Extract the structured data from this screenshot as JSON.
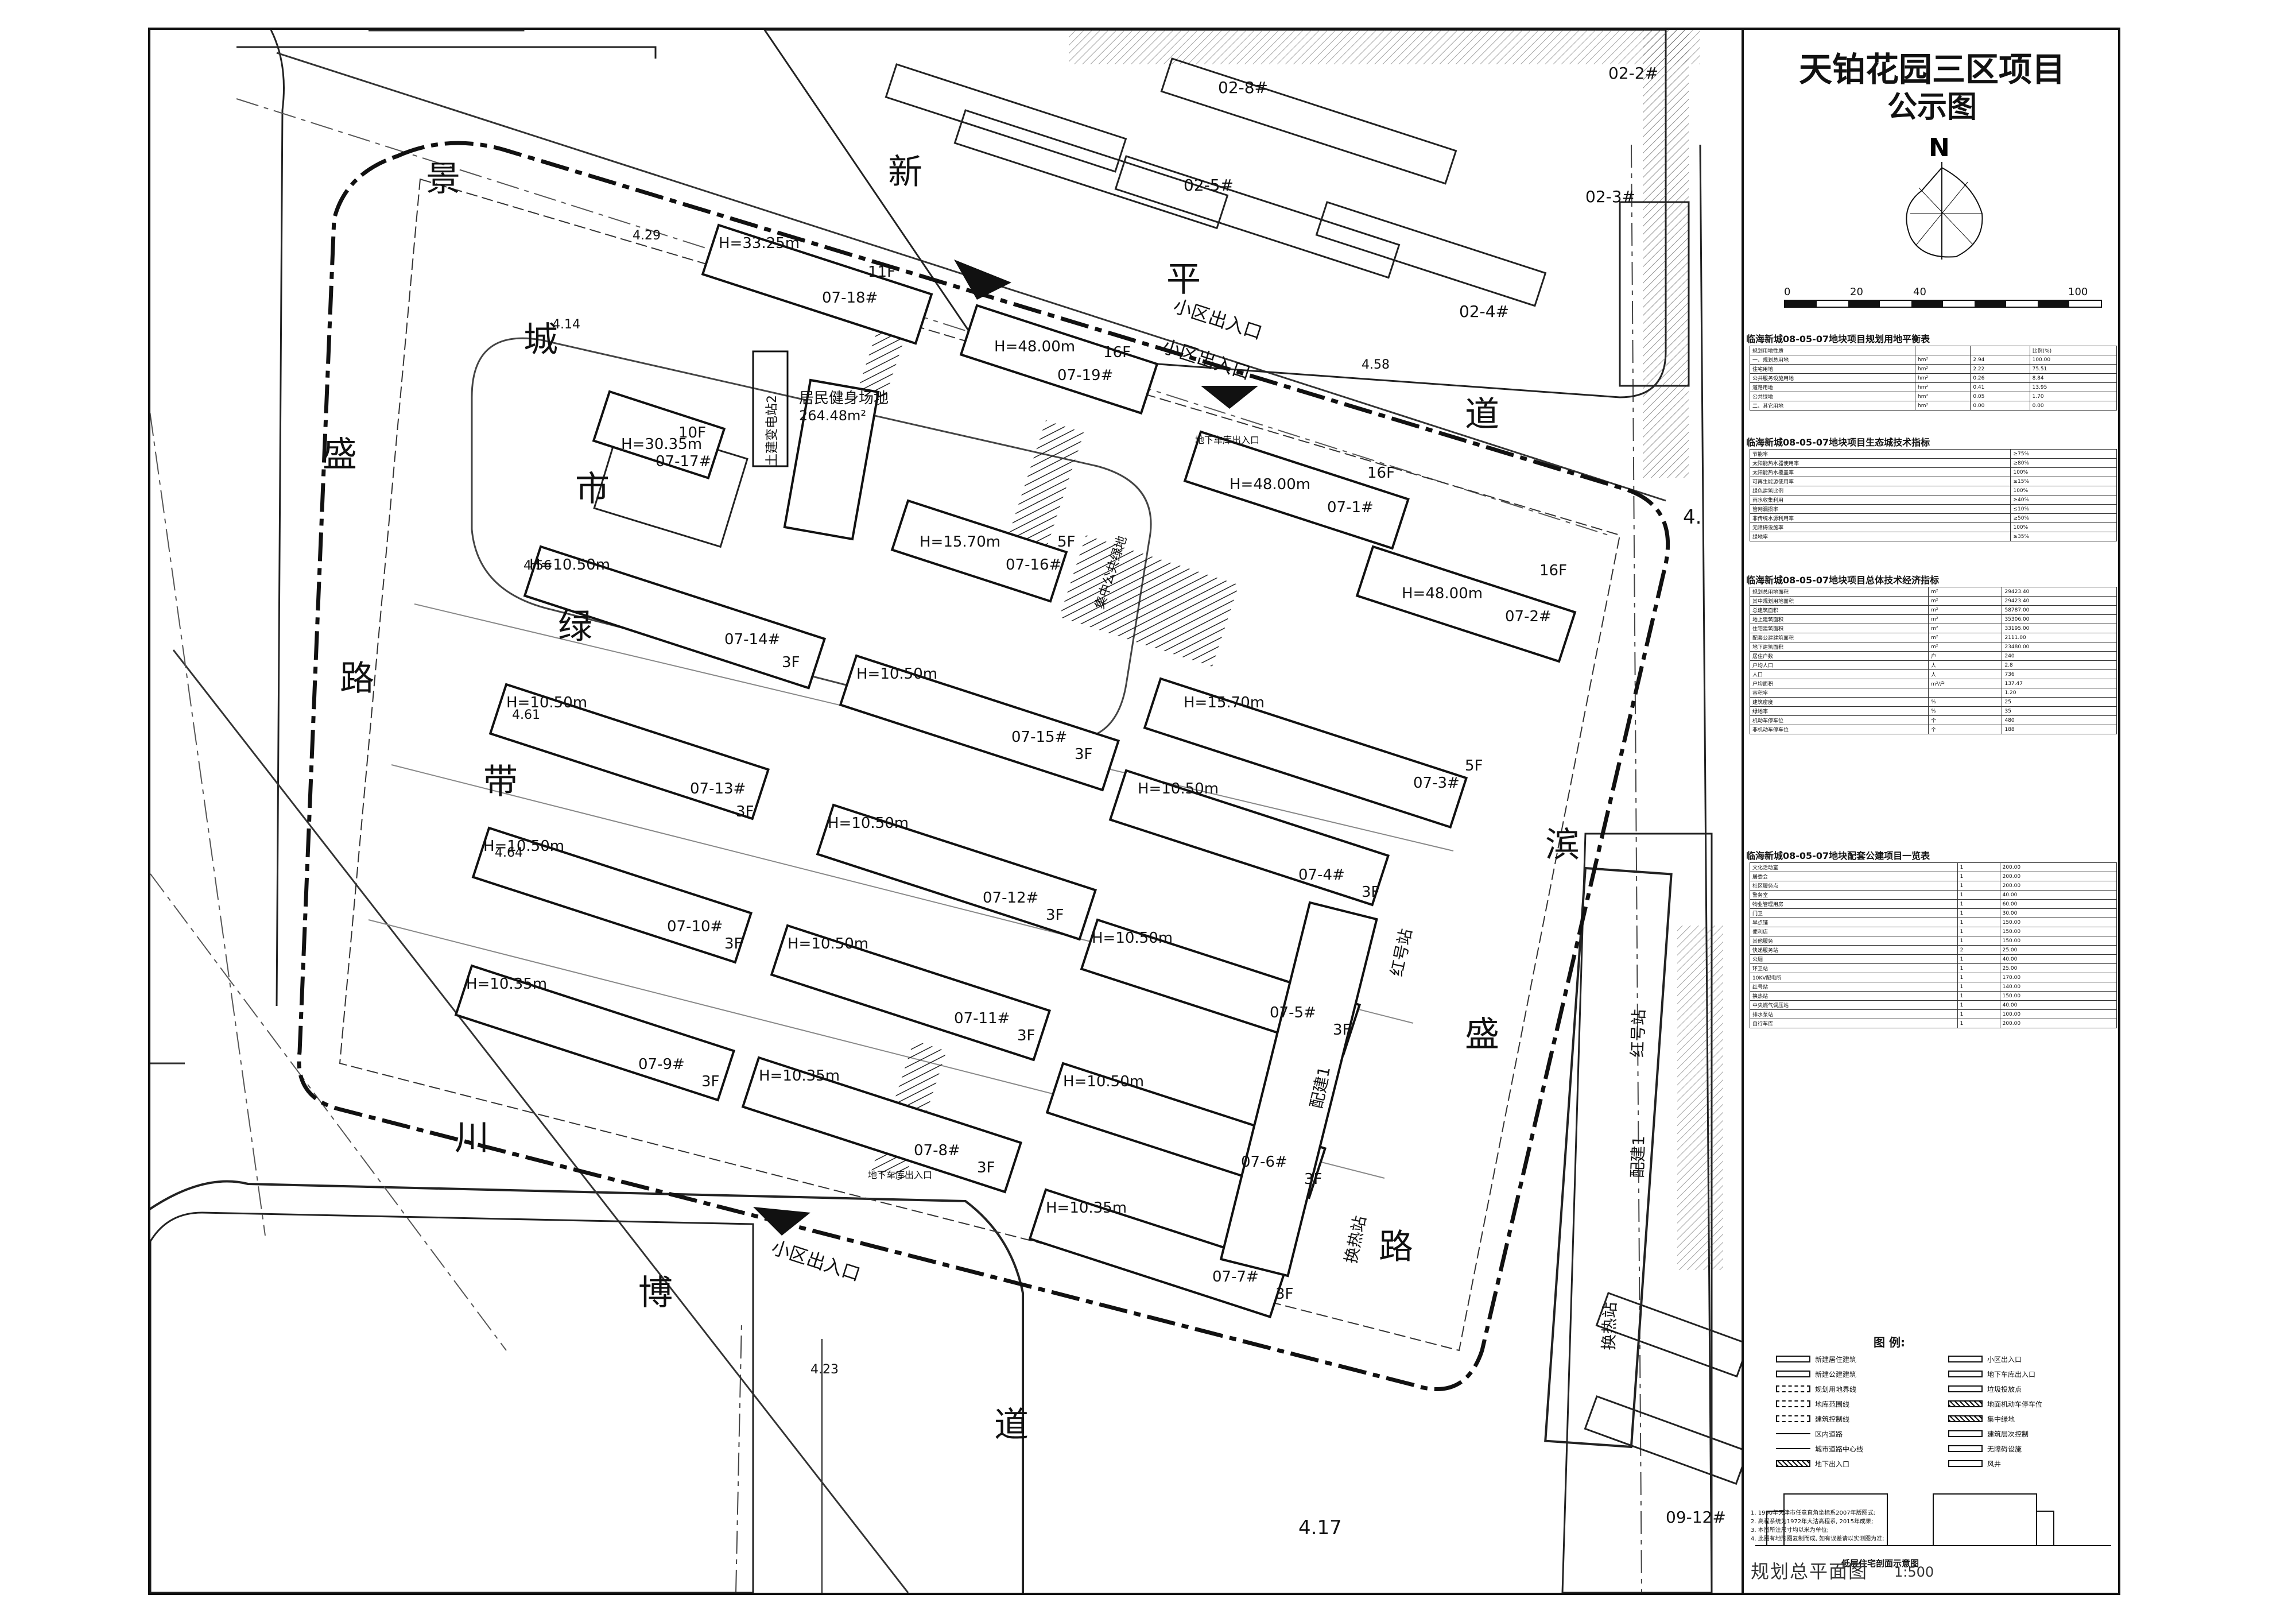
{
  "title": {
    "line1": "天铂花园三区项目",
    "line2": "公示图"
  },
  "north": "N",
  "scale_bar": {
    "ticks": [
      "0",
      "20",
      "40",
      "100"
    ]
  },
  "roads": {
    "north": [
      "新",
      "平",
      "道"
    ],
    "west": [
      "景",
      "城",
      "盛",
      "市",
      "绿",
      "路",
      "带"
    ],
    "south": [
      "川",
      "博",
      "道"
    ],
    "east": [
      "滨",
      "盛",
      "路"
    ]
  },
  "elevations": [
    "4.29",
    "4.14",
    "4.58",
    "4.56",
    "4.61",
    "4.64",
    "4.23",
    "4.17",
    "4."
  ],
  "entrances": [
    "小区出入口",
    "小区出入口",
    "小区出入口"
  ],
  "garage_entrances": [
    "地下车库出入口",
    "地下车库出入口"
  ],
  "buildings": [
    {
      "id": "07-18#",
      "height": "H=33.25m",
      "floors": "11F"
    },
    {
      "id": "07-19#",
      "height": "H=48.00m",
      "floors": "16F"
    },
    {
      "id": "07-17#",
      "height": "H=30.35m",
      "floors": "10F"
    },
    {
      "id": "07-16#",
      "height": "H=15.70m",
      "floors": "5F"
    },
    {
      "id": "07-1#",
      "height": "H=48.00m",
      "floors": "16F"
    },
    {
      "id": "07-2#",
      "height": "H=48.00m",
      "floors": "16F"
    },
    {
      "id": "07-3#",
      "height": "H=15.70m",
      "floors": "5F"
    },
    {
      "id": "07-14#",
      "height": "H=10.50m",
      "floors": "3F"
    },
    {
      "id": "07-13#",
      "height": "H=10.50m",
      "floors": "3F"
    },
    {
      "id": "07-15#",
      "height": "H=10.50m",
      "floors": "3F"
    },
    {
      "id": "07-12#",
      "height": "H=10.50m",
      "floors": "3F"
    },
    {
      "id": "07-4#",
      "height": "H=10.50m",
      "floors": "3F"
    },
    {
      "id": "07-10#",
      "height": "H=10.50m",
      "floors": "3F"
    },
    {
      "id": "07-11#",
      "height": "H=10.50m",
      "floors": "3F"
    },
    {
      "id": "07-5#",
      "height": "H=10.50m",
      "floors": "3F"
    },
    {
      "id": "07-9#",
      "height": "H=10.35m",
      "floors": "3F"
    },
    {
      "id": "07-8#",
      "height": "H=10.35m",
      "floors": "3F"
    },
    {
      "id": "07-6#",
      "height": "H=10.50m",
      "floors": "3F"
    },
    {
      "id": "07-7#",
      "height": "H=10.35m",
      "floors": "3F"
    }
  ],
  "amenities": {
    "fitness": [
      "居民健身场地",
      "264.48m²"
    ],
    "green": "集中公共绿地",
    "station": "红号站",
    "heat": "换热站",
    "service": "配建1",
    "substation": "土建变电站2"
  },
  "neighbors": [
    "02-8#",
    "02-2#",
    "02-5#",
    "02-3#",
    "02-4#",
    "红号站",
    "配建1",
    "换热站",
    "09-12#"
  ],
  "tables": [
    {
      "title": "临海新城08-05-07地块项目规划用地平衡表",
      "rows": [
        [
          "规划用地性质",
          "",
          "",
          "比例(%)"
        ],
        [
          "一、规划总用地",
          "hm²",
          "2.94",
          "100.00"
        ],
        [
          "住宅用地",
          "hm²",
          "2.22",
          "75.51"
        ],
        [
          "公共服务设施用地",
          "hm²",
          "0.26",
          "8.84"
        ],
        [
          "道路用地",
          "hm²",
          "0.41",
          "13.95"
        ],
        [
          "公共绿地",
          "hm²",
          "0.05",
          "1.70"
        ],
        [
          "二、其它用地",
          "hm²",
          "0.00",
          "0.00"
        ]
      ]
    },
    {
      "title": "临海新城08-05-07地块项目生态城技术指标",
      "rows": [
        [
          "节能率",
          "≥75%"
        ],
        [
          "太阳能热水器使用率",
          "≥80%"
        ],
        [
          "太阳能热水覆盖率",
          "100%"
        ],
        [
          "可再生能源使用率",
          "≥15%"
        ],
        [
          "绿色建筑比例",
          "100%"
        ],
        [
          "雨水收集利用",
          "≥40%"
        ],
        [
          "管网漏损率",
          "≤10%"
        ],
        [
          "非传统水源利用率",
          "≥50%"
        ],
        [
          "无障碍设施率",
          "100%"
        ],
        [
          "绿地率",
          "≥35%"
        ]
      ]
    },
    {
      "title": "临海新城08-05-07地块项目总体技术经济指标",
      "rows": [
        [
          "规划总用地面积",
          "m²",
          "29423.40"
        ],
        [
          "其中规划用地面积",
          "m²",
          "29423.40"
        ],
        [
          "总建筑面积",
          "m²",
          "58787.00"
        ],
        [
          "地上建筑面积",
          "m²",
          "35306.00"
        ],
        [
          "住宅建筑面积",
          "m²",
          "33195.00"
        ],
        [
          "配套公建建筑面积",
          "m²",
          "2111.00"
        ],
        [
          "地下建筑面积",
          "m²",
          "23480.00"
        ],
        [
          "居住户数",
          "户",
          "240"
        ],
        [
          "户均人口",
          "人",
          "2.8"
        ],
        [
          "人口",
          "人",
          "736"
        ],
        [
          "户均面积",
          "m²/户",
          "137.47"
        ],
        [
          "容积率",
          "",
          "1.20"
        ],
        [
          "建筑密度",
          "%",
          "25"
        ],
        [
          "绿地率",
          "%",
          "35"
        ],
        [
          "机动车停车位",
          "个",
          "480"
        ],
        [
          "非机动车停车位",
          "个",
          "188"
        ]
      ]
    },
    {
      "title": "临海新城08-05-07地块配套公建项目一览表",
      "rows": [
        [
          "文化活动室",
          "1",
          "200.00"
        ],
        [
          "居委会",
          "1",
          "200.00"
        ],
        [
          "社区服务点",
          "1",
          "200.00"
        ],
        [
          "警务室",
          "1",
          "40.00"
        ],
        [
          "物业管理用房",
          "1",
          "60.00"
        ],
        [
          "门卫",
          "1",
          "30.00"
        ],
        [
          "早点铺",
          "1",
          "150.00"
        ],
        [
          "便利店",
          "1",
          "150.00"
        ],
        [
          "其他服务",
          "1",
          "150.00"
        ],
        [
          "快递服务站",
          "2",
          "25.00"
        ],
        [
          "公厕",
          "1",
          "40.00"
        ],
        [
          "环卫站",
          "1",
          "25.00"
        ],
        [
          "10KV配电所",
          "1",
          "170.00"
        ],
        [
          "红号站",
          "1",
          "140.00"
        ],
        [
          "换热站",
          "1",
          "150.00"
        ],
        [
          "中央燃气调压站",
          "1",
          "40.00"
        ],
        [
          "排水泵站",
          "1",
          "100.00"
        ],
        [
          "自行车库",
          "1",
          "200.00"
        ]
      ]
    }
  ],
  "legend": {
    "heading": "图 例:",
    "items": [
      "新建居住建筑",
      "新建公建建筑",
      "规划用地界线",
      "地库范围线",
      "建筑控制线",
      "区内道路",
      "城市道路中心线",
      "地下出入口",
      "小区出入口",
      "地下车库出入口",
      "垃圾投放点",
      "地面机动车停车位",
      "集中绿地",
      "建筑层次控制",
      "无障碍设施",
      "风井"
    ]
  },
  "section_caption": "低层住宅剖面示意图",
  "notes": [
    "1. 1990年天津市任意直角坐标系2007年版图式;",
    "2. 高程系统为1972年大沽高程系, 2015年成果;",
    "3. 本图所注尺寸均以米为单位;",
    "4. 此图有地形图复制而成, 如有误差请以实测图为准;"
  ],
  "bottom_title": "规划总平面图",
  "bottom_scale": "1:500"
}
